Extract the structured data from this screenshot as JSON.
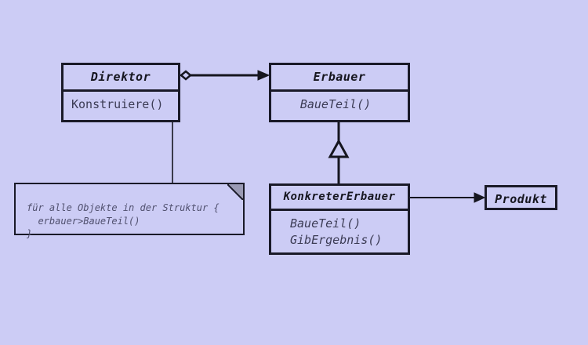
{
  "diagram": {
    "title": "Builder Pattern (Erbauer) UML class diagram",
    "background_color": "#ccccf5",
    "line_color": "#16161f",
    "note_fold_color": "#9a9ab4",
    "text_color": "#3c3c55",
    "classes": [
      {
        "id": "direktor",
        "name": "Direktor",
        "operations": [
          {
            "label": "Konstruiere()",
            "abstract": false
          }
        ]
      },
      {
        "id": "erbauer",
        "name": "Erbauer",
        "operations": [
          {
            "label": "BaueTeil()",
            "abstract": true
          }
        ]
      },
      {
        "id": "konkreter-erbauer",
        "name": "KonkreterErbauer",
        "operations": [
          {
            "label": "BaueTeil()",
            "abstract": true
          },
          {
            "label": "GibErgebnis()",
            "abstract": true
          }
        ]
      },
      {
        "id": "produkt",
        "name": "Produkt",
        "operations": []
      }
    ],
    "note": {
      "id": "note-konstruiere",
      "lines": [
        "für alle Objekte in der Struktur {",
        "  erbauer>BaueTeil()",
        "}"
      ],
      "text": "für alle Objekte in der Struktur {\n  erbauer>BaueTeil()\n}",
      "anchored_to": "Konstruiere()"
    },
    "relationships": [
      {
        "id": "direktor-erbauer",
        "from": "Direktor",
        "to": "Erbauer",
        "type": "aggregation",
        "source_decoration": "open-diamond",
        "target_decoration": "solid-arrow"
      },
      {
        "id": "konkreter-erbauer-generalization",
        "from": "KonkreterErbauer",
        "to": "Erbauer",
        "type": "generalization",
        "target_decoration": "hollow-triangle"
      },
      {
        "id": "konkreter-produkt",
        "from": "KonkreterErbauer",
        "to": "Produkt",
        "type": "dependency",
        "target_decoration": "solid-arrow"
      },
      {
        "id": "note-anchor",
        "from": "note-konstruiere",
        "to": "Konstruiere()",
        "type": "note-link",
        "source_decoration": "small-circle"
      }
    ]
  }
}
